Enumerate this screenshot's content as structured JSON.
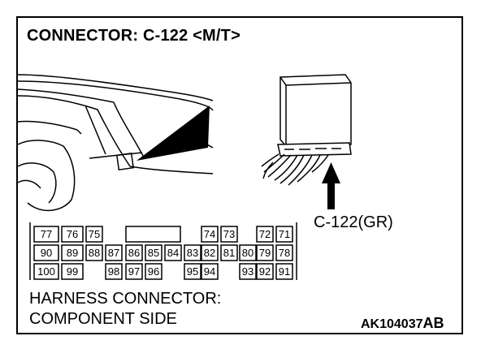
{
  "title": "CONNECTOR: C-122 <M/T>",
  "connector_label": "C-122(GR)",
  "caption_line1": "HARNESS CONNECTOR:",
  "caption_line2": "COMPONENT SIDE",
  "code_main": "AK104037",
  "code_suffix": "AB",
  "pins": {
    "row1": [
      "77",
      "76",
      "75",
      "74",
      "73",
      "72",
      "71"
    ],
    "row2": [
      "90",
      "89",
      "88",
      "87",
      "86",
      "85",
      "84",
      "83",
      "82",
      "81",
      "80",
      "79",
      "78"
    ],
    "row3": [
      "100",
      "99",
      "98",
      "97",
      "96",
      "95",
      "94",
      "93",
      "92",
      "91"
    ]
  },
  "icons": [
    "dashboard-illustration",
    "connector-component-illustration",
    "up-arrow-icon"
  ]
}
